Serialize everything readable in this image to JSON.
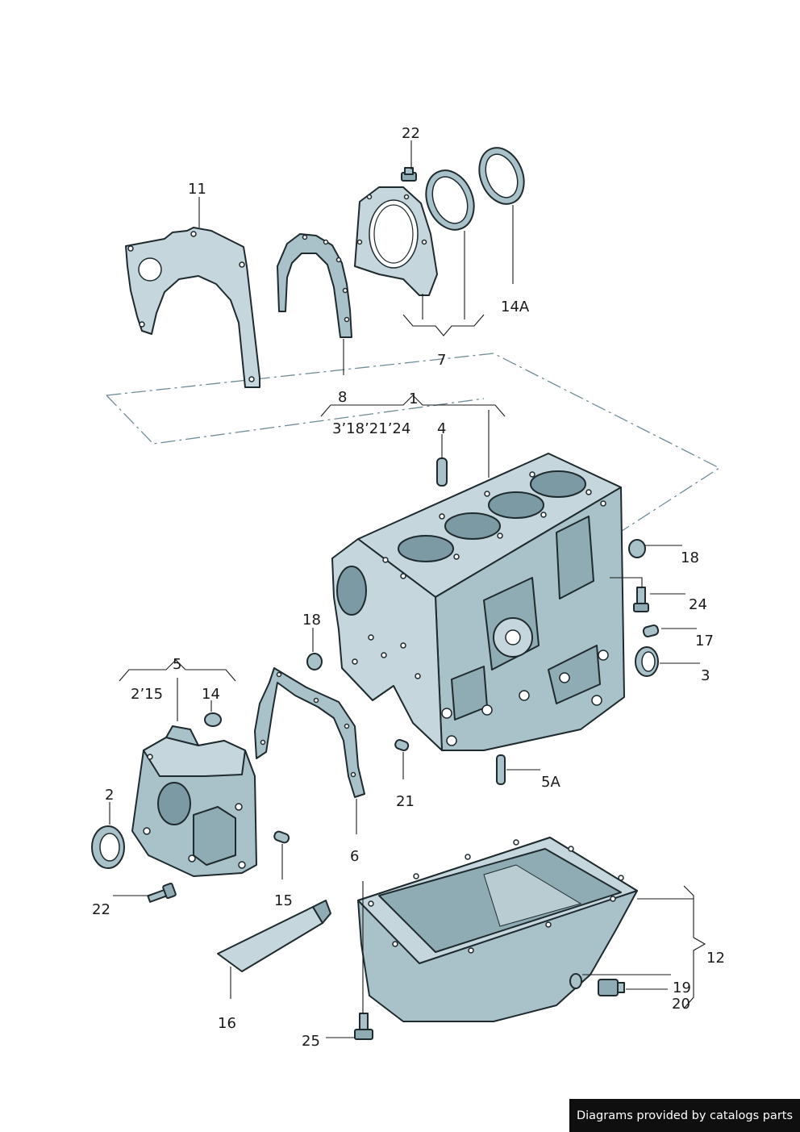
{
  "labels": {
    "l1": "1",
    "l1sub": "3’18’21’24",
    "l2": "2",
    "l3": "3",
    "l4": "4",
    "l5": "5",
    "l5sub": "2’15",
    "l5a": "5A",
    "l6": "6",
    "l7": "7",
    "l8": "8",
    "l11": "11",
    "l12": "12",
    "l14_ring": "14A",
    "l14_plug": "14",
    "l15": "15",
    "l16": "16",
    "l17": "17",
    "l18_right": "18",
    "l18_left": "18",
    "l19": "19",
    "l20": "20",
    "l21": "21",
    "l22_top": "22",
    "l22_bottom": "22",
    "l24": "24",
    "l25": "25"
  },
  "credit": "Diagrams provided by catalogs parts",
  "colors": {
    "part_light": "#c5d7dc",
    "part_mid": "#a9c2c9",
    "part_dark": "#8fabb4",
    "outline": "#1e2a2e",
    "dashed_group": "#6f8c96"
  }
}
